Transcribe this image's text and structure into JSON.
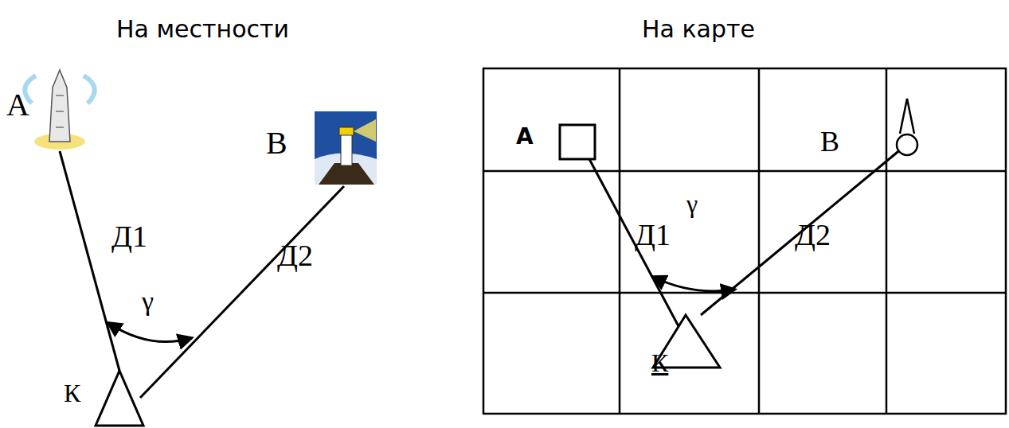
{
  "diagram": {
    "labels": [
      "На местности",
      "На карте",
      "А",
      "В",
      "Д1",
      "γ",
      "Д2",
      "К",
      "А",
      "В",
      "Д1",
      "γ",
      "Д2",
      "К"
    ]
  }
}
